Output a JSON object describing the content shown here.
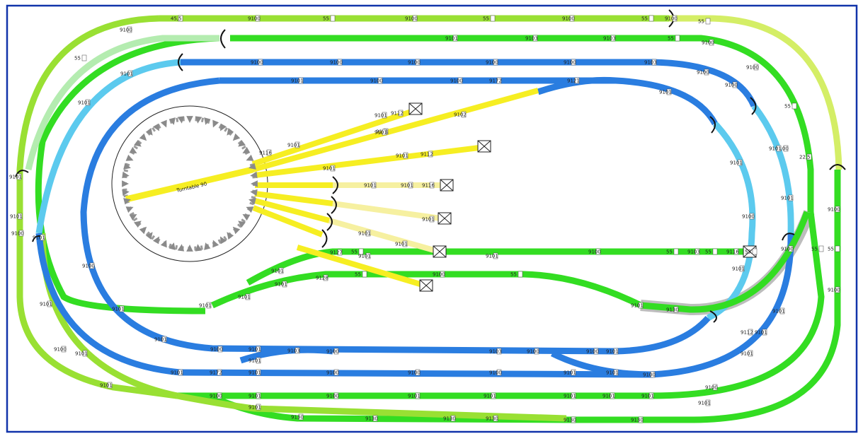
{
  "colors": {
    "green": "#33dd22",
    "lime": "#99e033",
    "pale_yellow": "#d4ee66",
    "pale_green": "#b4ecb0",
    "light_blue": "#5ccaee",
    "blue": "#2a7de0",
    "yellow": "#f6ee22",
    "pale_track_yellow": "#f6f0a0",
    "highlight_gray": "#bdbdbd",
    "border": "#1133aa"
  },
  "turntable": {
    "label": "Turntable 90"
  },
  "track_labels": [
    "45,5",
    "55",
    "9100",
    "55",
    "9100",
    "55",
    "9100",
    "55",
    "9100",
    "55",
    "9100",
    "55",
    "9100",
    "9101",
    "9103",
    "9103",
    "55",
    "9100",
    "22,5",
    "9100",
    "55",
    "9100",
    "55",
    "9100",
    "9100",
    "9100",
    "9100",
    "9100",
    "9100",
    "9103",
    "9100",
    "9100",
    "9101",
    "9101",
    "9100",
    "9101",
    "9101",
    "9100",
    "9100",
    "9172",
    "9121",
    "9101",
    "9101",
    "9100",
    "9101",
    "9112",
    "9112",
    "9102",
    "9112",
    "9101",
    "9101",
    "9101",
    "9116",
    "9101",
    "9116",
    "9101",
    "9101",
    "9127",
    "55",
    "9100",
    "55",
    "9103",
    "55",
    "9116",
    "55",
    "9128",
    "55",
    "9100",
    "55",
    "9130",
    "9100",
    "9103",
    "9100",
    "9103",
    "9100",
    "9100",
    "9101",
    "9101",
    "9101",
    "9100",
    "9172",
    "9100",
    "9100",
    "9100",
    "9101",
    "9101",
    "9100",
    "9101",
    "9101",
    "9100",
    "9100",
    "9100",
    "9101",
    "9101",
    "9101",
    "9101",
    "9101",
    "9101",
    "9101",
    "9130",
    "9130",
    "9130",
    "9130",
    "9130",
    "9130",
    "9100",
    "9100",
    "9101",
    "9101",
    "9101",
    "9101",
    "9101",
    "9101",
    "9101",
    "9101",
    "9101",
    "9101",
    "9101",
    "9101",
    "9101",
    "9101",
    "9101",
    "9101",
    "9101",
    "9101",
    "9101",
    "9101",
    "9101",
    "9101",
    "9101",
    "9101",
    "9101"
  ]
}
